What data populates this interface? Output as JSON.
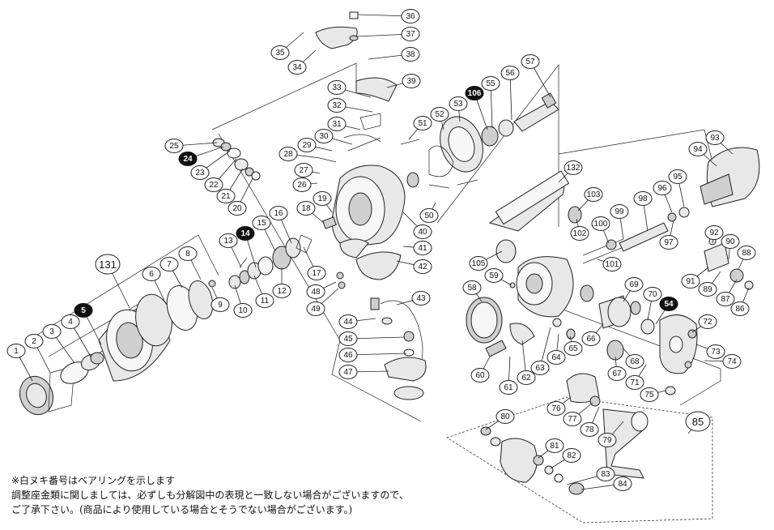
{
  "diagram": {
    "type": "exploded-parts-diagram",
    "labels": [
      "1",
      "2",
      "3",
      "4",
      "5",
      "6",
      "7",
      "8",
      "9",
      "10",
      "11",
      "12",
      "13",
      "14",
      "15",
      "16",
      "17",
      "18",
      "19",
      "20",
      "21",
      "22",
      "23",
      "24",
      "25",
      "26",
      "27",
      "28",
      "29",
      "30",
      "31",
      "32",
      "33",
      "34",
      "35",
      "36",
      "37",
      "38",
      "39",
      "40",
      "41",
      "42",
      "43",
      "44",
      "45",
      "46",
      "47",
      "48",
      "49",
      "50",
      "51",
      "52",
      "53",
      "54",
      "55",
      "56",
      "57",
      "58",
      "59",
      "60",
      "61",
      "62",
      "63",
      "64",
      "65",
      "66",
      "67",
      "68",
      "69",
      "70",
      "71",
      "72",
      "73",
      "74",
      "75",
      "76",
      "77",
      "78",
      "79",
      "80",
      "81",
      "82",
      "83",
      "84",
      "85",
      "86",
      "87",
      "88",
      "89",
      "90",
      "91",
      "92",
      "93",
      "94",
      "95",
      "96",
      "97",
      "98",
      "99",
      "100",
      "101",
      "102",
      "103",
      "105",
      "106",
      "131",
      "132"
    ],
    "inverted_labels": [
      "5",
      "14",
      "24",
      "54",
      "106"
    ],
    "group_labels": [
      "85",
      "131"
    ]
  },
  "notes": {
    "line1": "※白ヌキ番号はベアリングを示します",
    "line2": "調整座金類に関しましては、必ずしも分解図中の表現と一致しない場合がございますので、",
    "line3": "ご了承下さい。(商品により使用している場合とそうでない場合がございます。)"
  }
}
